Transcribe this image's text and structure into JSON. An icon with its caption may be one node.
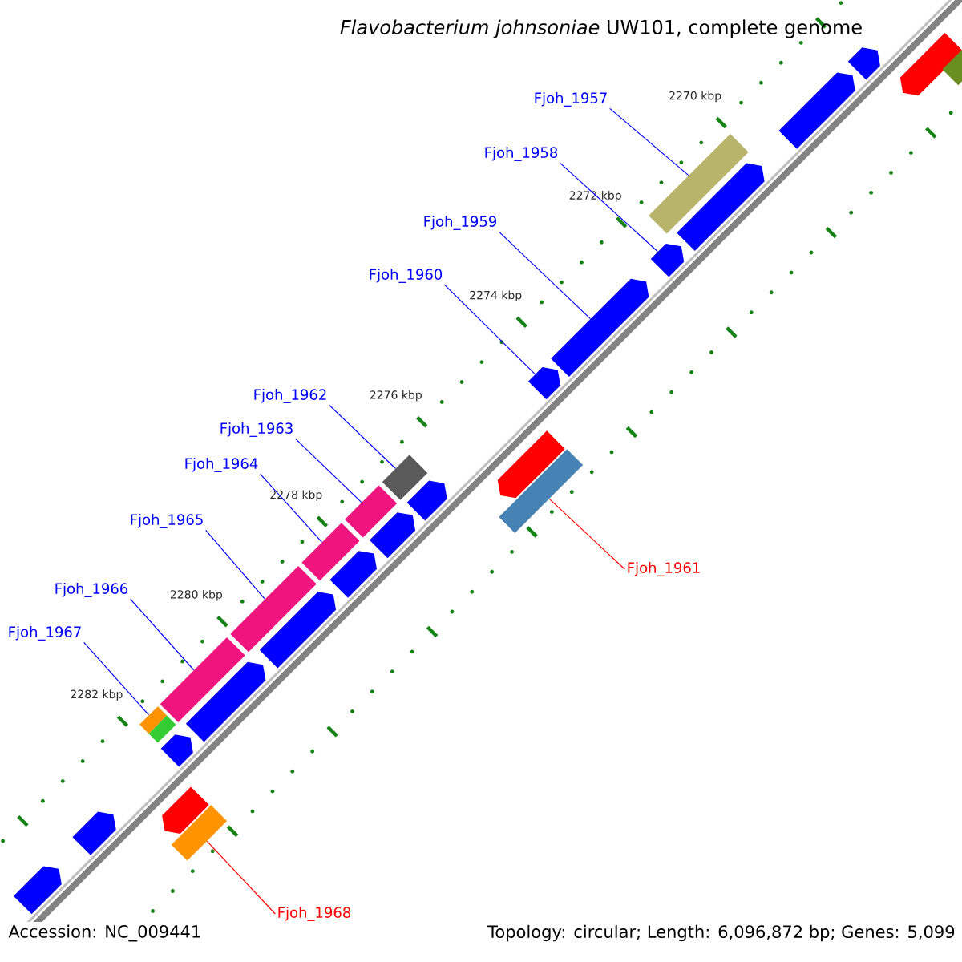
{
  "diagram": {
    "title": "*Flavobacterium johnsoniae* UW101, complete genome",
    "nodes": [
      {
        "text": [
          "Fjoh_1957"
        ]
      },
      {
        "text": [
          "Fjoh_1958"
        ]
      },
      {
        "text": [
          "Fjoh_1959"
        ]
      },
      {
        "text": [
          "Fjoh_1960"
        ]
      },
      {
        "text": [
          "Fjoh_1961"
        ]
      },
      {
        "text": [
          "Fjoh_1962"
        ]
      },
      {
        "text": [
          "Fjoh_1963"
        ]
      },
      {
        "text": [
          "Fjoh_1964"
        ]
      },
      {
        "text": [
          "Fjoh_1965"
        ]
      },
      {
        "text": [
          "Fjoh_1966"
        ]
      },
      {
        "text": [
          "Fjoh_1967"
        ]
      },
      {
        "text": [
          "Fjoh_1968"
        ]
      },
      {
        "text": [],
        "shape": "pentagon"
      },
      {
        "text": [],
        "shape": "bar"
      },
      {
        "text": [],
        "shape": "pentagon"
      },
      {
        "text": [],
        "shape": "pentagon"
      },
      {
        "text": [],
        "shape": "bar"
      },
      {
        "text": [],
        "shape": "pentagon"
      },
      {
        "text": [],
        "shape": "pentagon"
      },
      {
        "text": [],
        "shape": "pentagon"
      },
      {
        "text": [],
        "shape": "pentagon"
      },
      {
        "text": [],
        "shape": "pentagon"
      },
      {
        "text": [],
        "shape": "bar"
      },
      {
        "text": [],
        "shape": "bar"
      },
      {
        "text": [],
        "shape": "pentagon"
      },
      {
        "text": [],
        "shape": "bar"
      },
      {
        "text": [],
        "shape": "pentagon"
      },
      {
        "text": [],
        "shape": "bar"
      },
      {
        "text": [],
        "shape": "pentagon"
      },
      {
        "text": [],
        "shape": "bar"
      },
      {
        "text": [],
        "shape": "pentagon"
      },
      {
        "text": [],
        "shape": "bar"
      },
      {
        "text": [],
        "shape": "pentagon"
      },
      {
        "text": [],
        "shape": "bar"
      },
      {
        "text": [],
        "shape": "bar"
      },
      {
        "text": [],
        "shape": "pentagon"
      },
      {
        "text": [],
        "shape": "pentagon"
      },
      {
        "text": [],
        "shape": "bar"
      },
      {
        "text": [],
        "shape": "pentagon"
      },
      {
        "text": [],
        "shape": "pentagon"
      }
    ],
    "edges": [
      {
        "from": 0,
        "to": 16,
        "arrow": "none"
      },
      {
        "from": 1,
        "to": 18,
        "arrow": "none"
      },
      {
        "from": 2,
        "to": 19,
        "arrow": "none"
      },
      {
        "from": 3,
        "to": 20,
        "arrow": "none"
      },
      {
        "from": 4,
        "to": 22,
        "arrow": "none",
        "color": "#ff0000"
      },
      {
        "from": 5,
        "to": 23,
        "arrow": "none"
      },
      {
        "from": 6,
        "to": 25,
        "arrow": "none"
      },
      {
        "from": 7,
        "to": 27,
        "arrow": "none"
      },
      {
        "from": 8,
        "to": 29,
        "arrow": "none"
      },
      {
        "from": 9,
        "to": 31,
        "arrow": "none"
      },
      {
        "from": 10,
        "to": 33,
        "arrow": "none"
      },
      {
        "from": 11,
        "to": 37,
        "arrow": "none",
        "color": "#ff0000"
      }
    ],
    "labels": [
      "2270 kbp",
      "2272 kbp",
      "2274 kbp",
      "2276 kbp",
      "2278 kbp",
      "2280 kbp",
      "2282 kbp",
      "Accession: NC_009441",
      "Topology: circular; Length: 6,096,872 bp; Genes: 5,099"
    ]
  }
}
